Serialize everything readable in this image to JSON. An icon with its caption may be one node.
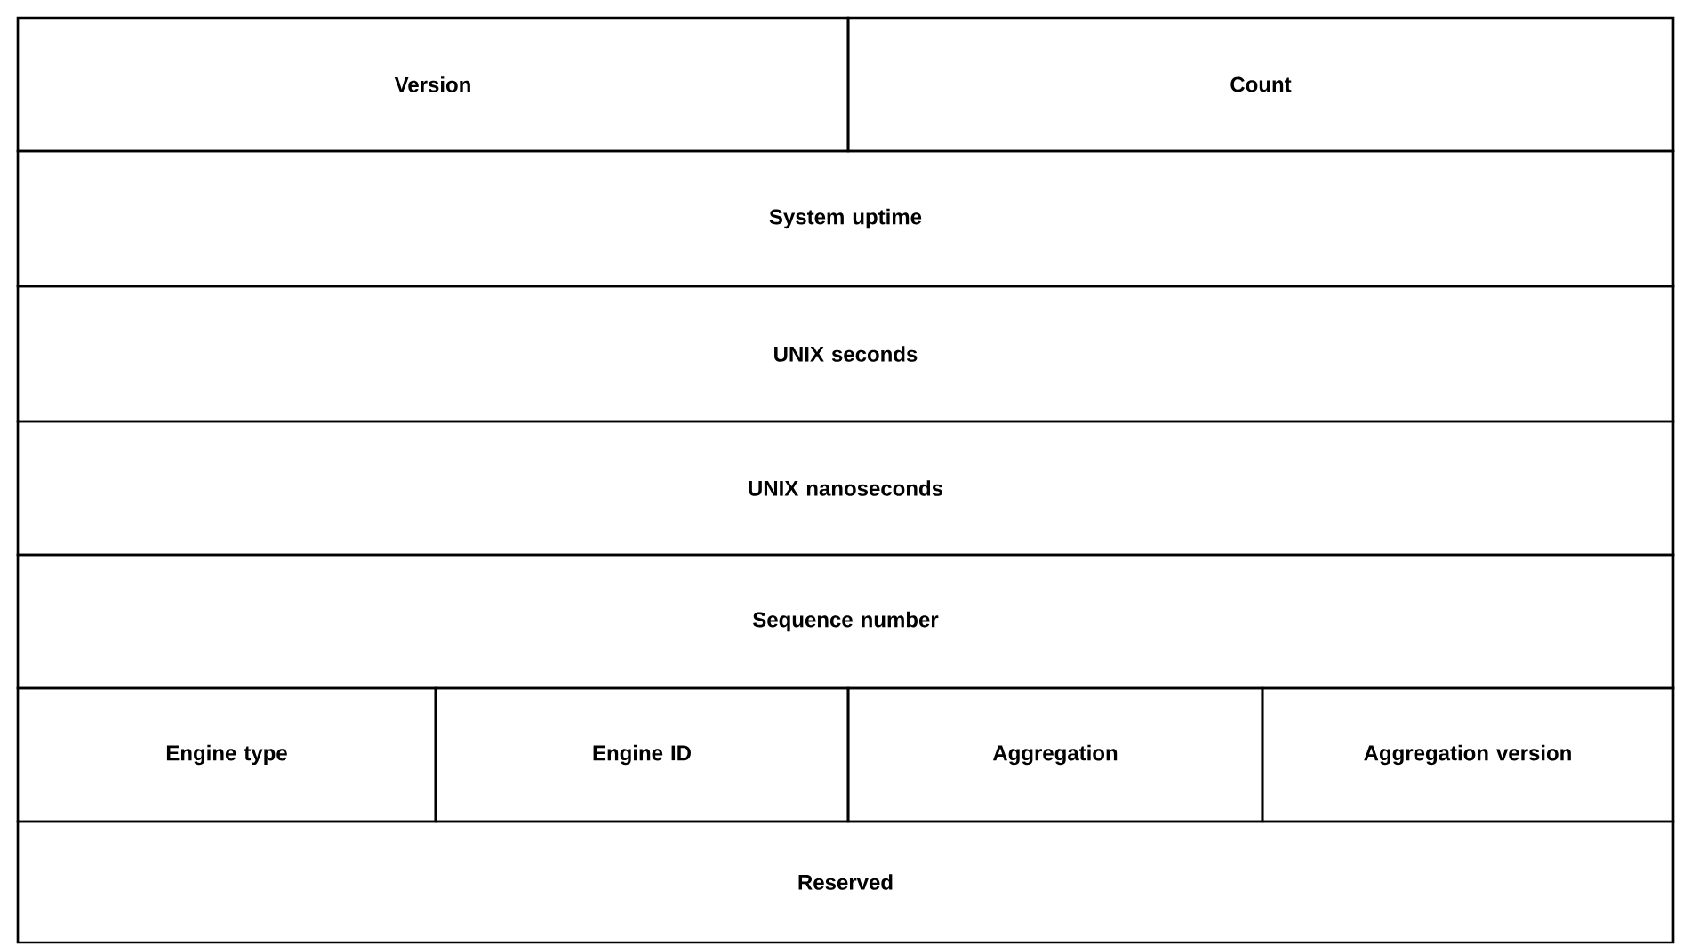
{
  "diagram": {
    "nodes": [
      {
        "text": [
          "Version"
        ]
      },
      {
        "text": [
          "Count"
        ]
      },
      {
        "text": [
          "System uptime"
        ]
      },
      {
        "text": [
          "UNIX seconds"
        ]
      },
      {
        "text": [
          "UNIX nanoseconds"
        ]
      },
      {
        "text": [
          "Sequence number"
        ]
      },
      {
        "text": [
          "Engine type"
        ]
      },
      {
        "text": [
          "Engine ID"
        ]
      },
      {
        "text": [
          "Aggregation"
        ]
      },
      {
        "text": [
          "Aggregation version"
        ]
      },
      {
        "text": [
          "Reserved"
        ]
      }
    ]
  }
}
